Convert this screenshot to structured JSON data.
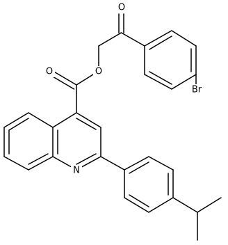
{
  "atom_labels": {
    "ketone_oxygen": "O",
    "ester_oxygen": "O",
    "carbonyl_oxygen": "O",
    "ring_nitrogen": "N",
    "bromine": "Br"
  }
}
